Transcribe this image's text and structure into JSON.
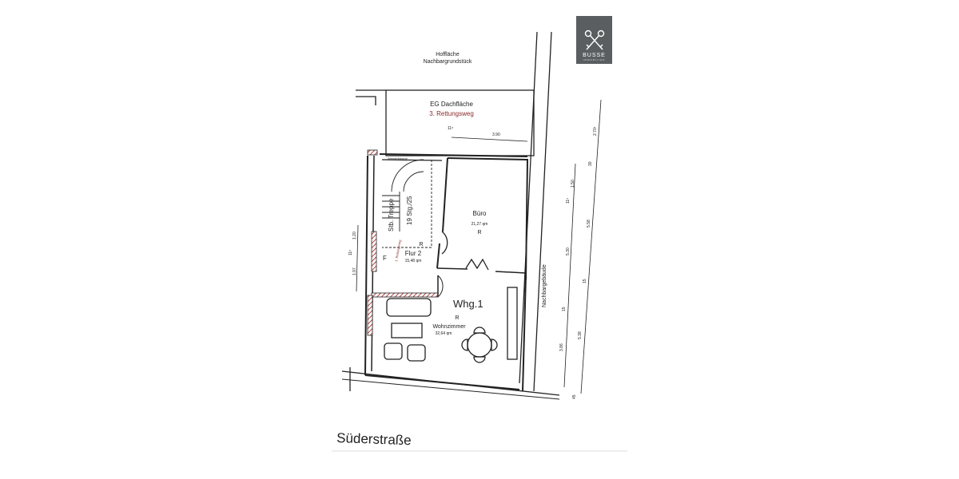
{
  "logo": {
    "name": "BUSSE",
    "subtitle": "IMMOBILIEN",
    "background": "#5a5e60"
  },
  "labels": {
    "courtyard_line1": "Hoffläche",
    "courtyard_line2": "Nachbargrundstück",
    "roof_area": "EG Dachfläche",
    "escape_route_3": "3. Rettungsweg",
    "spiral_stair": "Wendeltreppe",
    "stair_label": "Stb. Treppe",
    "stair_steps": "19 Stg./25",
    "escape_route_1": "1. Rettungsweg",
    "neighbor_building": "Nachbargebäude",
    "street": "Süderstraße",
    "unit": "Whg.1",
    "window_f": "F"
  },
  "rooms": [
    {
      "name": "Büro",
      "area": "21,27 qm",
      "mark": "R"
    },
    {
      "name": "Flur 2",
      "area": "15,48 qm",
      "mark": "R"
    },
    {
      "name": "Wohnzimmer",
      "area": "32,64 qm",
      "mark": "R"
    }
  ],
  "dimensions": {
    "roof_width": "3.90",
    "roof_offset": "11⁵",
    "right_outer": [
      "2.70¹",
      "30",
      "5.58",
      "15",
      "5.38",
      "45"
    ],
    "right_inner": [
      "1.50",
      "11⁵",
      "5.30",
      "15",
      "3.86"
    ],
    "left": [
      "1.20",
      "11⁵",
      "1.97"
    ]
  },
  "colors": {
    "lines": "#222222",
    "accent_red": "#8b2a2a",
    "hatch": "#b04040"
  }
}
